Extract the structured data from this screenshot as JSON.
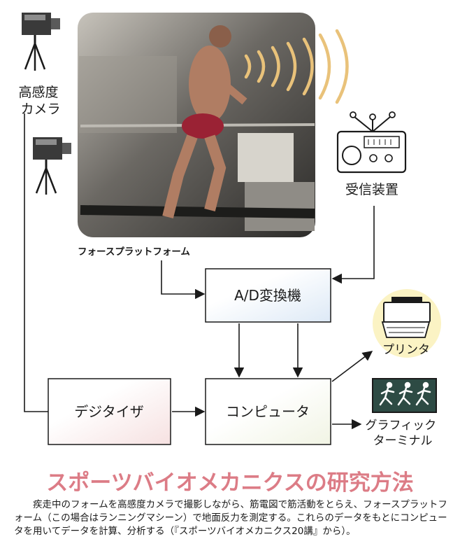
{
  "labels": {
    "camera": [
      "高感度",
      "カメラ"
    ],
    "receiver": "受信装置",
    "force_plate": "フォースプラットフォーム",
    "ad_converter": "A/D変換機",
    "printer": "プリンタ",
    "digitizer": "デジタイザ",
    "computer": "コンピュータ",
    "graphic_terminal": [
      "グラフィック",
      "ターミナル"
    ]
  },
  "title": "スポーツバイオメカニクスの研究方法",
  "caption": "疾走中のフォームを高感度カメラで撮影しながら、筋電図で筋活動をとらえ、フォースプラットフォーム（この場合はランニングマシーン）で地面反力を測定する。これらのデータをもとにコンピュータを用いてデータを計算、分析する（『スポーツバイオメカニクス20講』から）。",
  "colors": {
    "title": "#dc7c86",
    "signal_waves": "#e9c27a",
    "printer_bubble": "#fbf3c4",
    "terminal_screen": "#2d4b44",
    "ad_gradient_end": "#dde9f6",
    "digitizer_gradient_end": "#f6e1e1"
  },
  "icons": [
    "video-camera-icon",
    "radio-receiver-icon",
    "printer-icon",
    "runners-icon"
  ]
}
